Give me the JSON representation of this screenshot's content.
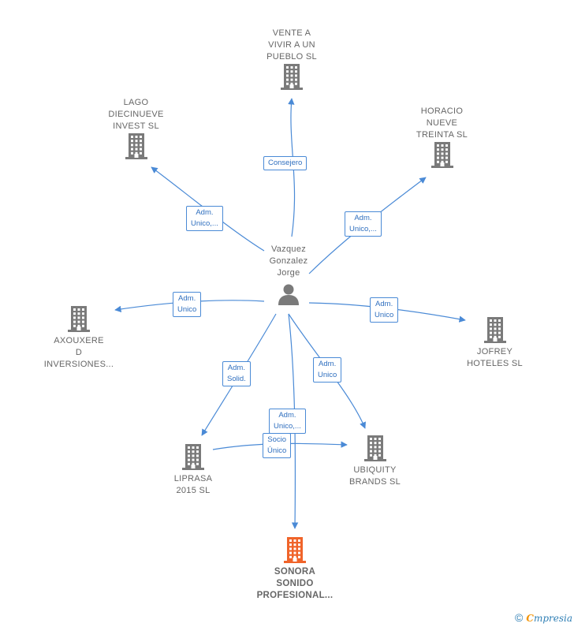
{
  "center": {
    "name": "Vazquez\nGonzalez\nJorge"
  },
  "companies": [
    {
      "id": "vente",
      "name": "VENTE A\nVIVIR A UN\nPUEBLO  SL",
      "highlight": false
    },
    {
      "id": "lago",
      "name": "LAGO\nDIECINUEVE\nINVEST  SL",
      "highlight": false
    },
    {
      "id": "horacio",
      "name": "HORACIO\nNUEVE\nTREINTA  SL",
      "highlight": false
    },
    {
      "id": "axouxere",
      "name": "AXOUXERE\nD\nINVERSIONES...",
      "highlight": false
    },
    {
      "id": "jofrey",
      "name": "JOFREY\nHOTELES  SL",
      "highlight": false
    },
    {
      "id": "liprasa",
      "name": "LIPRASA\n2015  SL",
      "highlight": false
    },
    {
      "id": "ubiquity",
      "name": "UBIQUITY\nBRANDS  SL",
      "highlight": false
    },
    {
      "id": "sonora",
      "name": "SONORA\nSONIDO\nPROFESIONAL...",
      "highlight": true
    }
  ],
  "relations": [
    {
      "to": "vente",
      "label": "Consejero"
    },
    {
      "to": "lago",
      "label": "Adm.\nUnico,..."
    },
    {
      "to": "horacio",
      "label": "Adm.\nUnico,..."
    },
    {
      "to": "axouxere",
      "label": "Adm.\nUnico"
    },
    {
      "to": "jofrey",
      "label": "Adm.\nUnico"
    },
    {
      "to": "liprasa",
      "label": "Adm.\nSolid."
    },
    {
      "to": "ubiquity",
      "label": "Adm.\nUnico"
    },
    {
      "to": "sonora",
      "label": "Adm.\nUnico,..."
    },
    {
      "from": "liprasa",
      "to": "ubiquity",
      "label": "Socio\nÚnico"
    }
  ],
  "colors": {
    "edge": "#4a8ad6",
    "building": "#7a7a7a",
    "highlight": "#f0642a",
    "person": "#7a7a7a"
  },
  "footer": {
    "copyright": "©",
    "brand_initial": "C",
    "brand_rest": "mpresia"
  }
}
